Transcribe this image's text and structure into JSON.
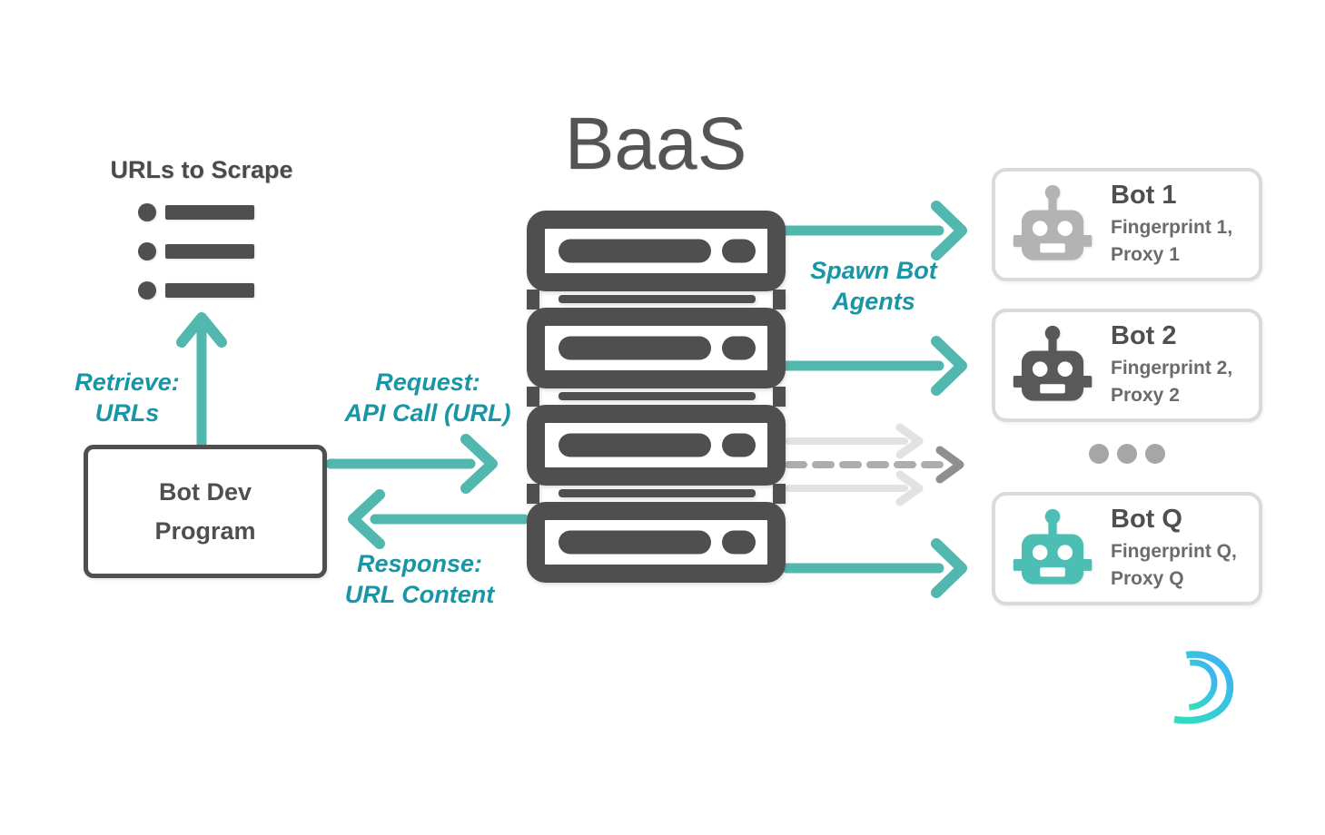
{
  "diagram": {
    "title": "BaaS",
    "urls_list": {
      "title": "URLs to Scrape",
      "icon": "url-list-icon",
      "item_count": 3
    },
    "bot_dev": {
      "label": "Bot Dev\nProgram"
    },
    "arrow_labels": {
      "retrieve": "Retrieve:\nURLs",
      "request": "Request:\nAPI Call (URL)",
      "response": "Response:\nURL Content",
      "spawn": "Spawn Bot\nAgents"
    },
    "server": {
      "icon": "server-stack-icon",
      "unit_count": 4
    },
    "bots": [
      {
        "name": "Bot 1",
        "details": "Fingerprint 1,\nProxy 1",
        "icon": "robot-icon",
        "icon_color": "#b3b3b3"
      },
      {
        "name": "Bot 2",
        "details": "Fingerprint 2,\nProxy 2",
        "icon": "robot-icon",
        "icon_color": "#595959"
      },
      {
        "name": "Bot Q",
        "details": "Fingerprint Q,\nProxy Q",
        "icon": "robot-icon",
        "icon_color": "#4dbeb3"
      }
    ],
    "more_bots_indicator": "ellipsis-three-dots",
    "logo": {
      "icon": "d-letter-logo",
      "gradient": [
        "#2ee0bd",
        "#3fb0f6"
      ]
    },
    "colors": {
      "arrow_teal": "#52b8af",
      "label_teal": "#1996a6",
      "dark_gray": "#4f4f4f",
      "card_border": "#dadada",
      "faded_arrow": "#e2e2e2",
      "dashed_arrow": "#adadad",
      "dots_gray": "#a6a6a6"
    }
  }
}
